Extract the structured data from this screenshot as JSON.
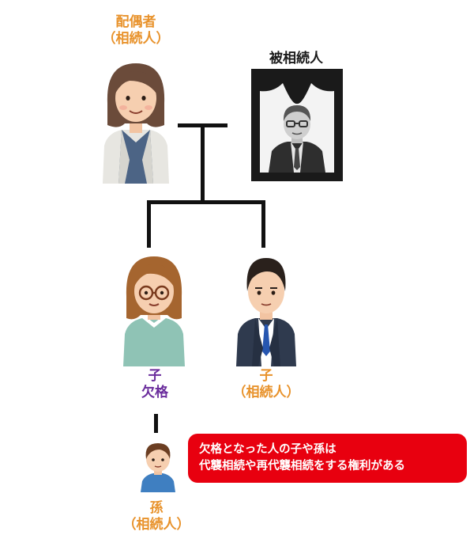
{
  "spouse": {
    "title": "配偶者",
    "role": "（相続人）"
  },
  "deceased": {
    "title": "被相続人"
  },
  "child_disqualified": {
    "title": "子",
    "status": "欠格"
  },
  "child_heir": {
    "title": "子",
    "role": "（相続人）"
  },
  "grandchild": {
    "title": "孫",
    "role": "（相続人）"
  },
  "callout": {
    "line1": "欠格となった人の子や孫は",
    "line2": "代襲相続や再代襲相続をする権利がある"
  },
  "colors": {
    "heir_label": "#e8922b",
    "disqualified_label": "#6a2c9c",
    "callout_bg": "#e8000f",
    "line": "#111111"
  }
}
